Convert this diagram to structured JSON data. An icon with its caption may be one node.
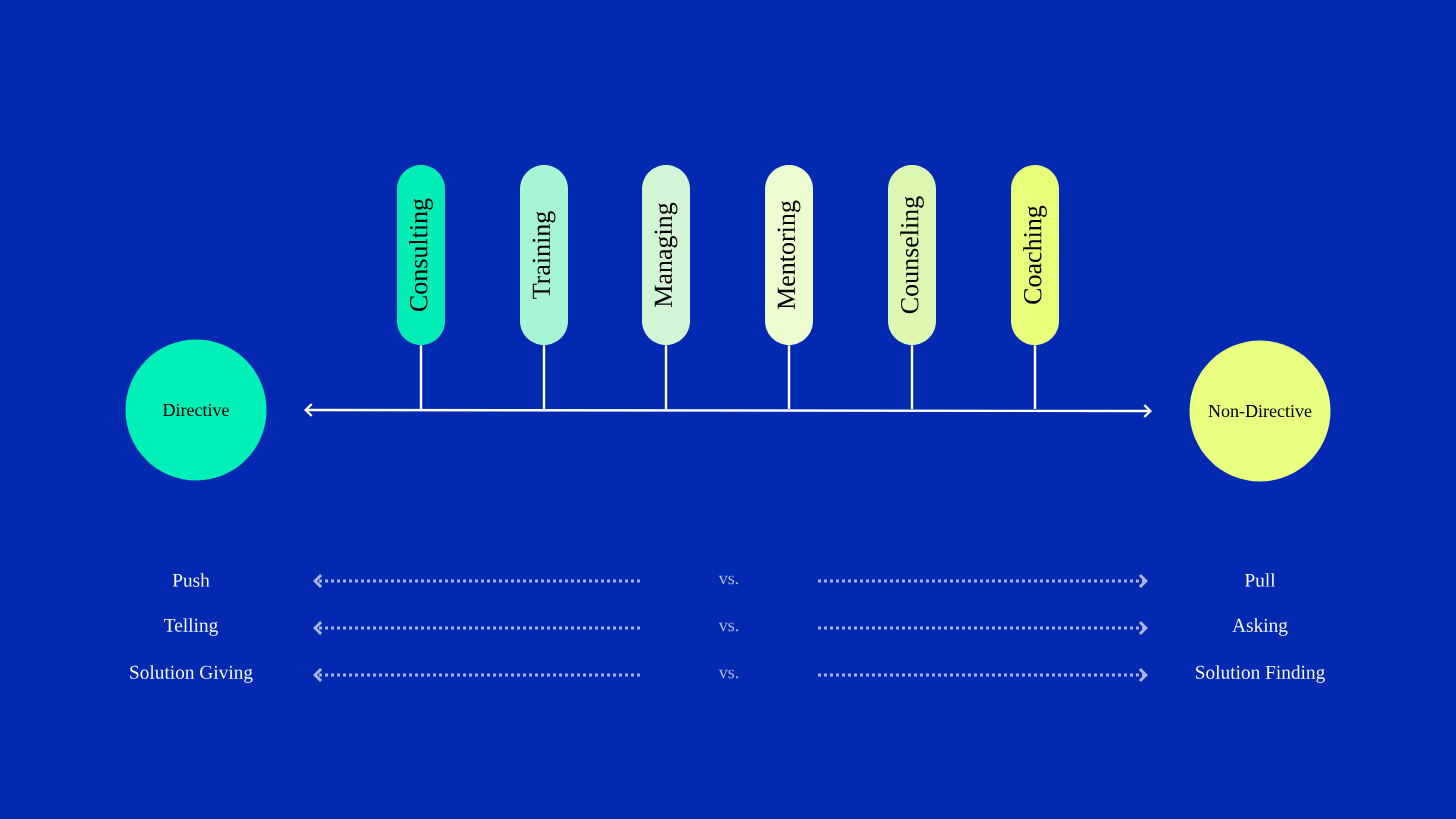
{
  "diagram": {
    "nodes": [
      {
        "text": [
          "Directive"
        ]
      },
      {
        "text": [
          "Non-Directive"
        ]
      },
      {
        "text": [
          "Consulting"
        ]
      },
      {
        "text": [
          "Training"
        ]
      },
      {
        "text": [
          "Managing"
        ]
      },
      {
        "text": [
          "Mentoring"
        ]
      },
      {
        "text": [
          "Counseling"
        ]
      },
      {
        "text": [
          "Coaching"
        ]
      },
      {
        "text": [
          "Push"
        ]
      },
      {
        "text": [
          "vs."
        ]
      },
      {
        "text": [
          "Pull"
        ]
      },
      {
        "text": [
          "Telling"
        ]
      },
      {
        "text": [
          "vs."
        ]
      },
      {
        "text": [
          "Asking"
        ]
      },
      {
        "text": [
          "Solution Giving"
        ]
      },
      {
        "text": [
          "vs."
        ]
      },
      {
        "text": [
          "Solution Finding"
        ]
      }
    ],
    "edges": [
      {
        "from": 0,
        "to": 1,
        "arrow": "both"
      },
      {
        "from": 2,
        "to": null,
        "arrow": "none"
      },
      {
        "from": 3,
        "to": null,
        "arrow": "none"
      },
      {
        "from": 4,
        "to": null,
        "arrow": "none"
      },
      {
        "from": 5,
        "to": null,
        "arrow": "none"
      },
      {
        "from": 6,
        "to": null,
        "arrow": "none"
      },
      {
        "from": 7,
        "to": null,
        "arrow": "none"
      }
    ]
  }
}
